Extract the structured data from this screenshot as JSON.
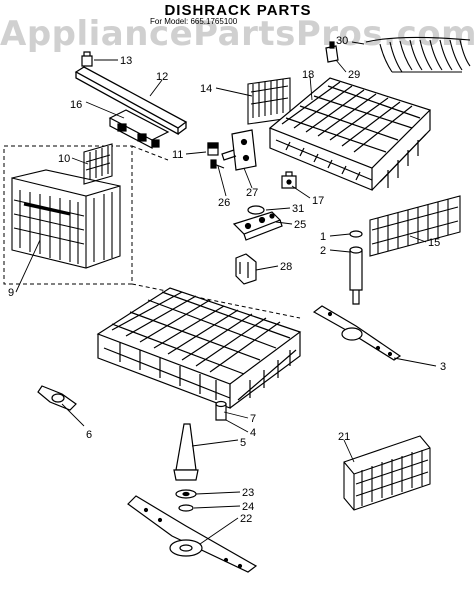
{
  "header": {
    "title": "DISHRACK PARTS",
    "subtitle": "For Model: 665.1765100",
    "watermark": "AppliancePartsPros.com"
  },
  "callouts": [
    "13",
    "12",
    "16",
    "14",
    "18",
    "29",
    "30",
    "10",
    "11",
    "27",
    "17",
    "26",
    "31",
    "25",
    "1",
    "2",
    "15",
    "9",
    "28",
    "3",
    "6",
    "7",
    "4",
    "5",
    "21",
    "23",
    "24",
    "22"
  ],
  "colors": {
    "line": "#000000",
    "watermark": "#aaaaaa",
    "background": "#ffffff"
  }
}
